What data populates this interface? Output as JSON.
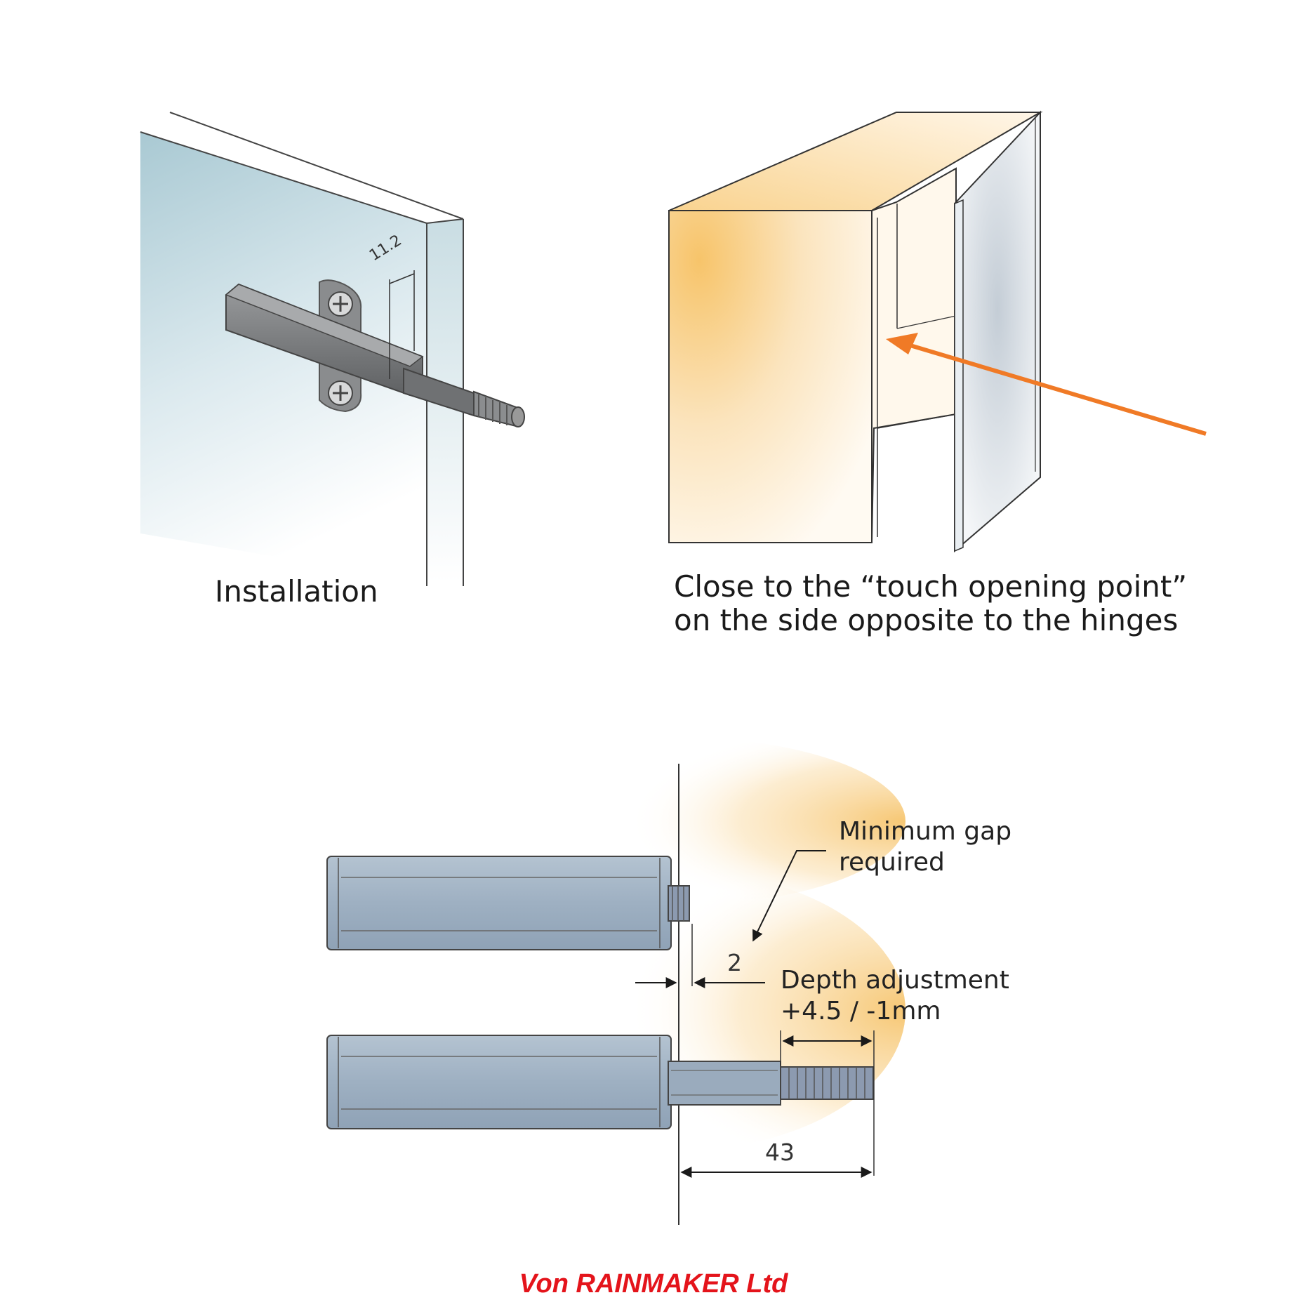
{
  "labels": {
    "installation": "Installation",
    "close_line1": "Close to the “touch opening point”",
    "close_line2": "on the side opposite to the hinges",
    "min_gap_line1": "Minimum gap",
    "min_gap_line2": "required",
    "depth_line1": "Depth adjustment",
    "depth_line2": "+4.5 / -1mm",
    "dim_11_2": "11.2",
    "dim_2": "2",
    "dim_43": "43"
  },
  "brand": "Von RAINMAKER Ltd",
  "colors": {
    "brand": "#e4141b",
    "arrow": "#f07a26",
    "body_grey": "#9fb1c3",
    "warm_glow": "#f7c46a",
    "panel_blue": "#b9d3dc"
  }
}
